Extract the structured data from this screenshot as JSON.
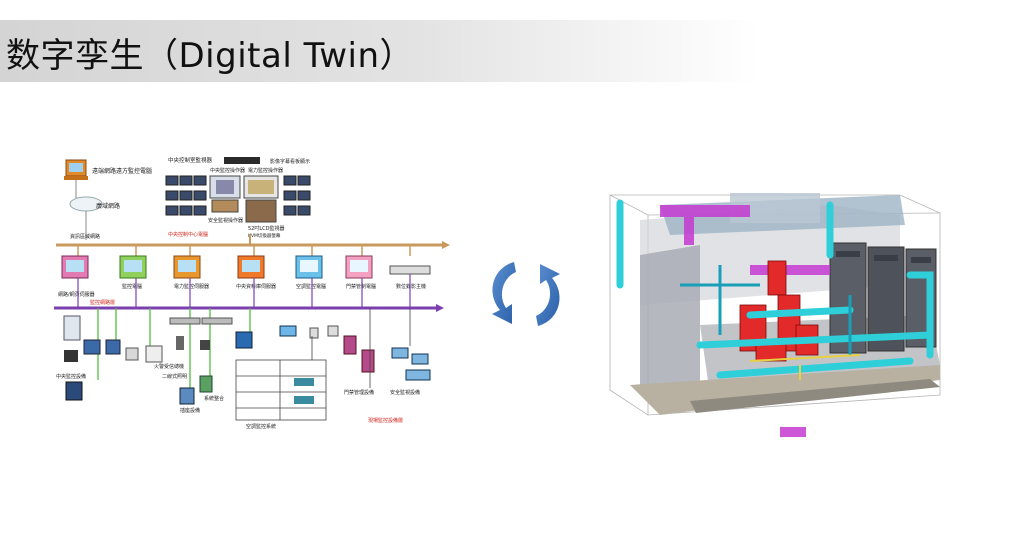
{
  "slide": {
    "title": "数字孪生（Digital Twin）"
  },
  "diagram": {
    "top_label": "遠端網路遠方監控電腦",
    "cloud_label": "廣域網路",
    "control_center_title": "中央控制室監視器",
    "center_panel_label_1": "中央監控操作器",
    "center_panel_label_2": "電力監控操作器",
    "center_screen_label": "影像字幕看板顯示",
    "security_label": "安全監視操作器",
    "lcd_label": "52吋LCD監視器",
    "kvm_label": "KVM切換器螢幕",
    "control_center_caption": "中央控制中心電腦",
    "network_label": "資訊區域網路",
    "server_labels": [
      "網路/網頁伺服器",
      "監控電腦",
      "電力監控伺服器",
      "中央資料庫伺服器",
      "空調監控電腦",
      "門禁管制電腦",
      "數位錄影主機"
    ],
    "bus_label_left": "監控網路層",
    "bottom_labels": [
      "中央監控設備",
      "火警受信總機",
      "二線式照明",
      "插座設備",
      "系統整合",
      "空調監控系統",
      "門禁管理設備",
      "安全監視設備",
      "現場監控設備層"
    ],
    "colors": {
      "backbone": "#c89a5e",
      "bus": "#7b3fb0",
      "green_line": "#4fbf3f",
      "red_text": "#d0281e"
    }
  },
  "model": {
    "icon": "3d-mechanical-room-model"
  },
  "cycle_icon": "sync-arrows-icon"
}
